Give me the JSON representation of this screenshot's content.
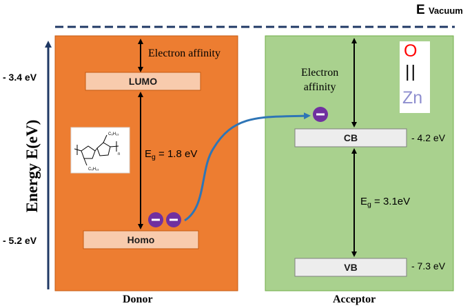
{
  "vacuum_label": {
    "main": "E",
    "sub": "Vacuum"
  },
  "y_axis_label": "Energy E(eV)",
  "levels": {
    "lumo_value": "- 3.4 eV",
    "homo_value": "- 5.2 eV",
    "cb_value": "- 4.2 eV",
    "vb_value": "- 7.3 eV"
  },
  "donor": {
    "name": "Donor",
    "lumo_label": "LUMO",
    "homo_label": "Homo",
    "electron_affinity_label": "Electron affinity",
    "bandgap": {
      "symbol": "E",
      "sub": "g",
      "value": "= 1.8 eV"
    },
    "structure_labels": {
      "alkyl_top": "C₆H₁₃",
      "alkyl_bottom": "C₆H₁₃",
      "n": "n"
    }
  },
  "acceptor": {
    "name": "Acceptor",
    "cb_label": "CB",
    "vb_label": "VB",
    "electron_affinity_label": [
      "Electron",
      "affinity"
    ],
    "bandgap": {
      "symbol": "E",
      "sub": "g",
      "value": "= 3.1eV"
    },
    "formula": {
      "oxygen": "O",
      "bond": "||",
      "zinc": "Zn"
    }
  },
  "colors": {
    "donor_fill": "#ED7D31",
    "donor_border": "#C55A11",
    "acceptor_fill": "#A9D18E",
    "acceptor_border": "#70AD47",
    "band_fill": "#F8CBAD",
    "cb_vb_fill": "#EDEDED",
    "axis": "#1F3864",
    "transfer_arrow": "#2E75B6",
    "electron": "#7030A0",
    "oxygen": "#FF0000",
    "zinc": "#8E8ECF"
  }
}
